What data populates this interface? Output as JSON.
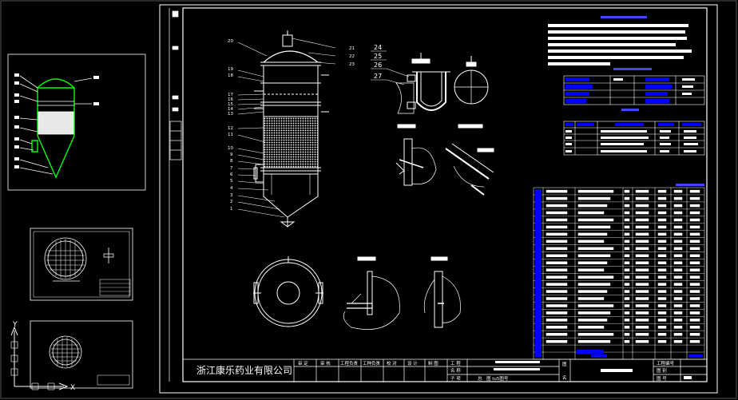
{
  "drawing": {
    "company": "浙江康乐药业有限公司",
    "title_block": {
      "headers": [
        "审 定",
        "审 核",
        "工程负责",
        "工种负责",
        "校 对",
        "设 计",
        "制 图"
      ],
      "project_label": "工 程",
      "name_label": "名 称",
      "sub_label": "子 项",
      "sub_value": "总　图 tu5图号",
      "figure_label": "图",
      "figure_label2": "名",
      "right_labels": [
        "工程编号",
        "图 别",
        "图 号"
      ]
    },
    "part_numbers_left": [
      "20",
      "19",
      "18",
      "17",
      "16",
      "15",
      "14",
      "13",
      "12",
      "11",
      "10",
      "9",
      "8",
      "7",
      "6",
      "5",
      "4",
      "3",
      "2",
      "1"
    ],
    "part_numbers_right": [
      "21",
      "22",
      "23"
    ],
    "detail_numbers": [
      "24",
      "25",
      "26",
      "27"
    ],
    "axis_labels": {
      "y": "Y",
      "x": "X"
    },
    "colors": {
      "background": "#000000",
      "line": "#ffffff",
      "table_blue": "#0000ff",
      "vessel_green": "#00ff00",
      "text_white": "#ffffff"
    }
  }
}
